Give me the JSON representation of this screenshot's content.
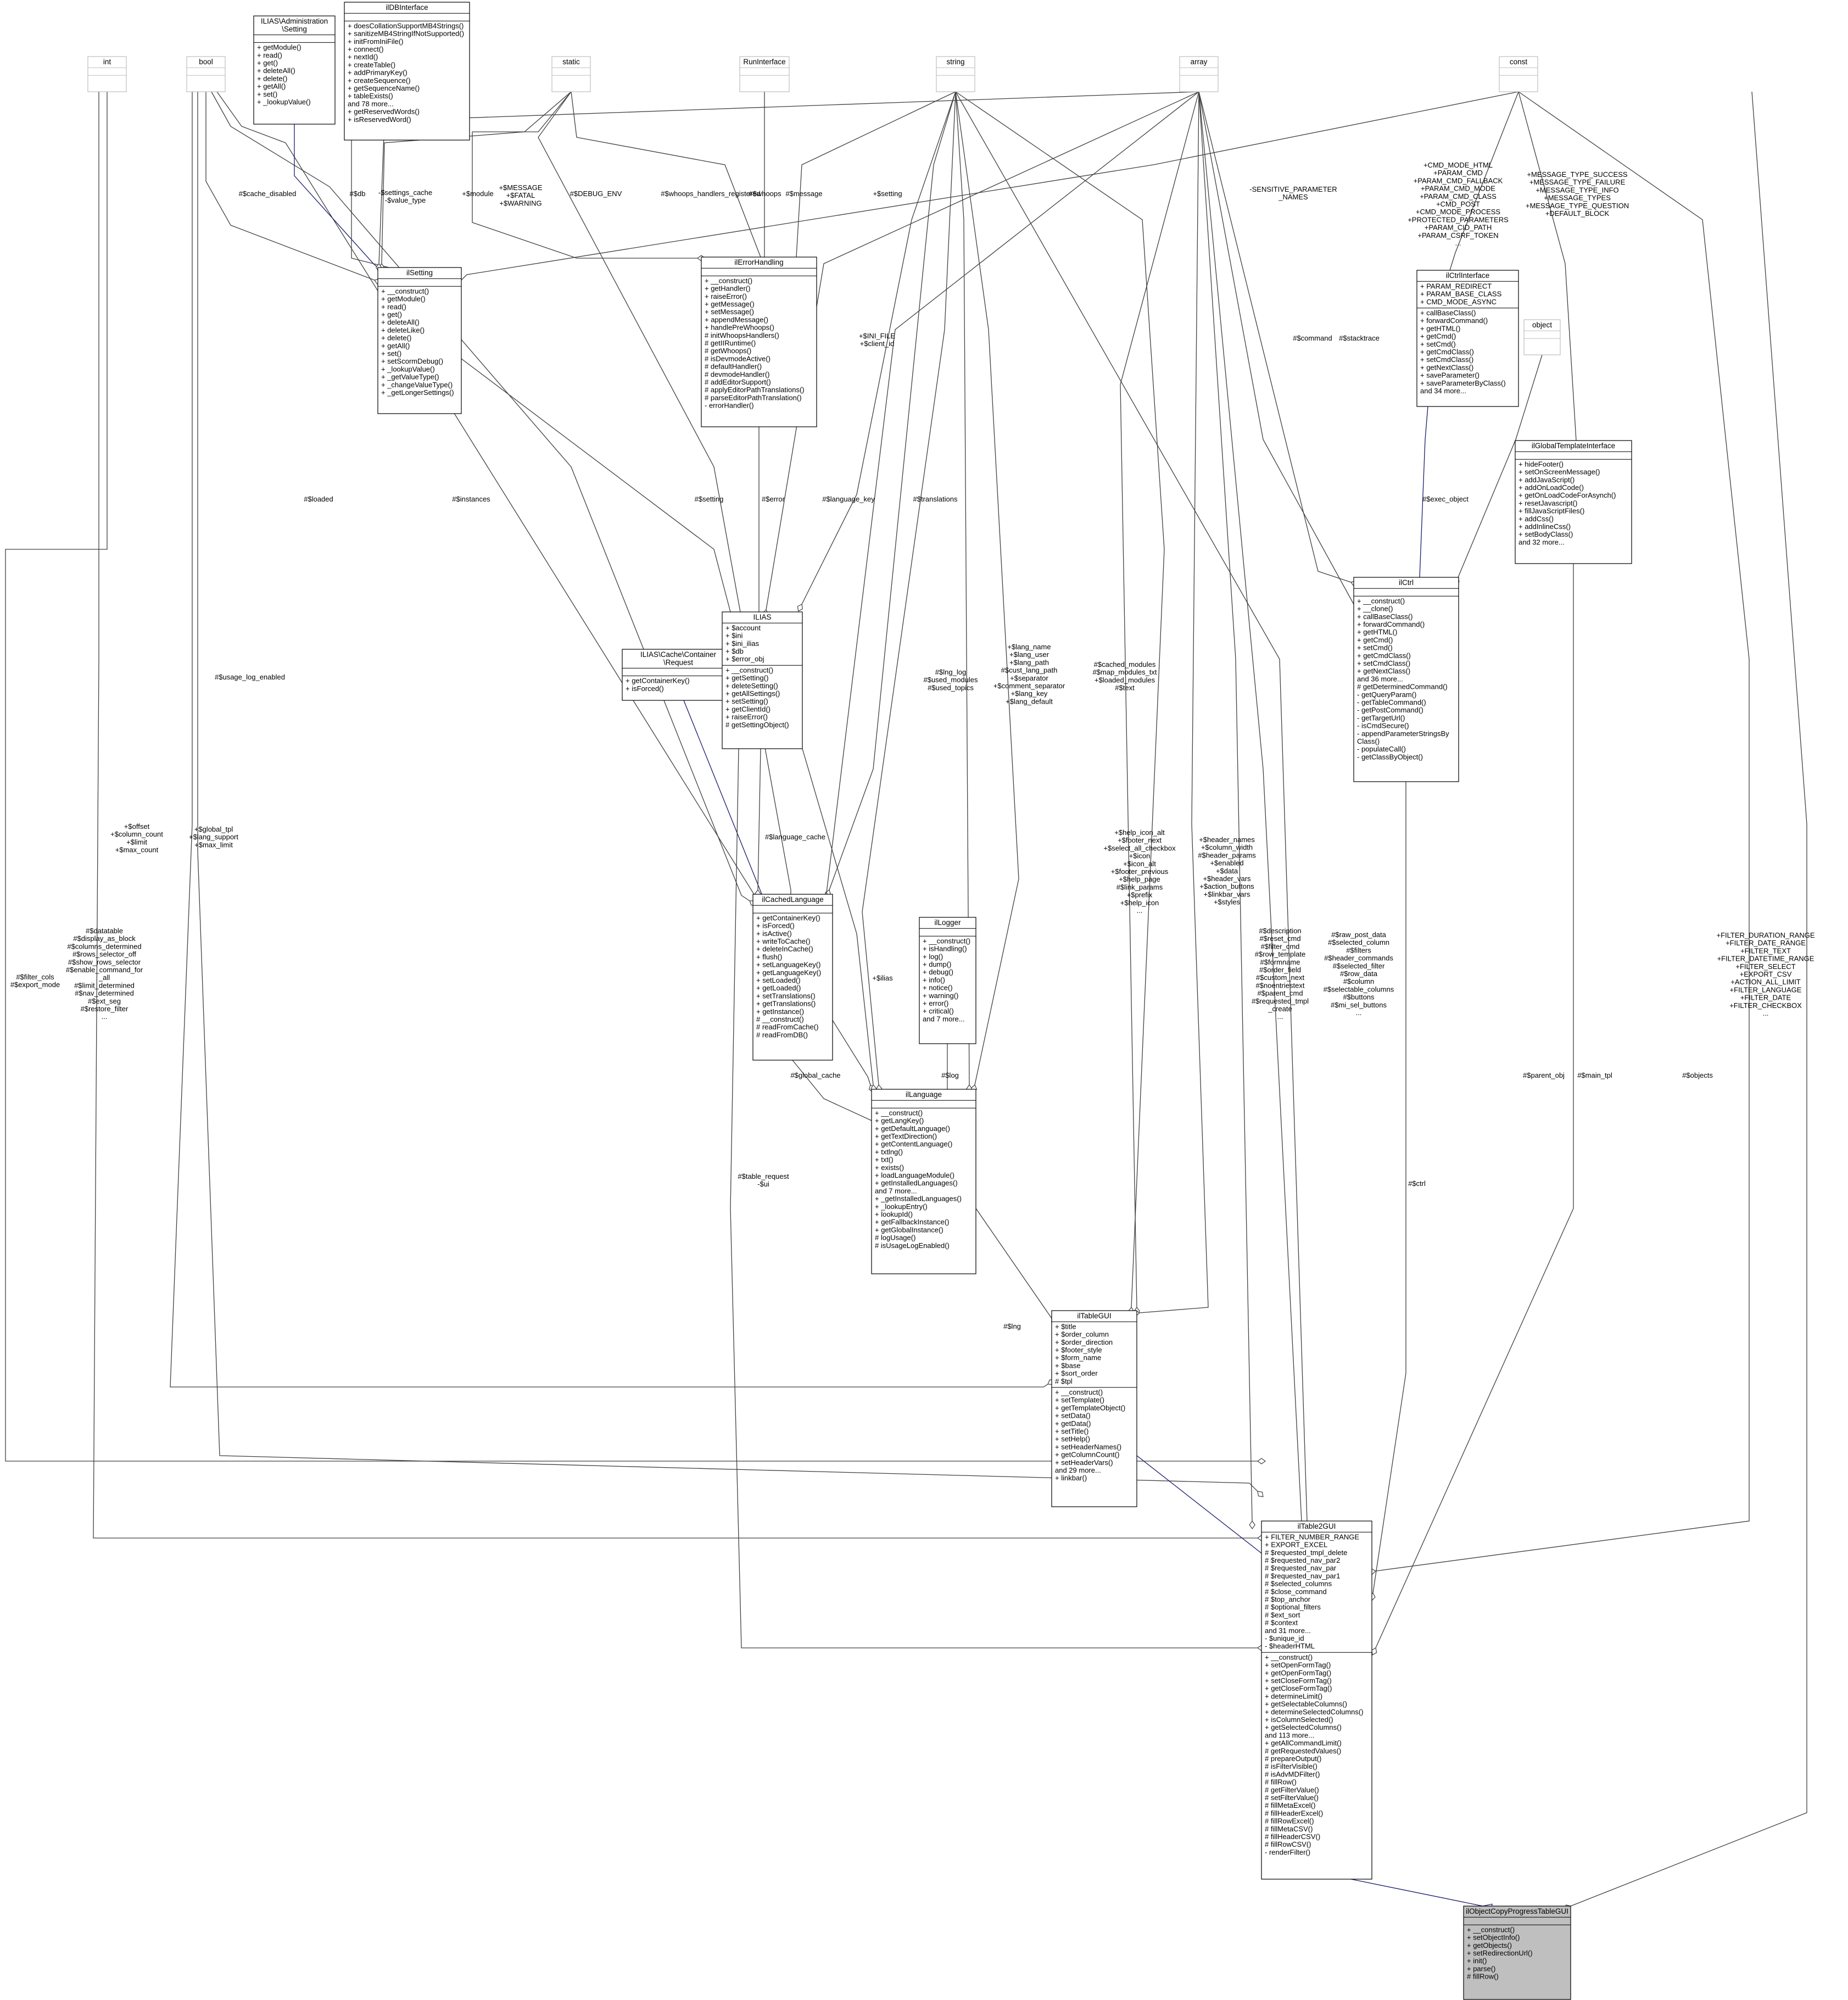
{
  "classes": [
    {
      "id": "int",
      "name": "int",
      "primitive": true,
      "attrs": [],
      "methods": []
    },
    {
      "id": "bool",
      "name": "bool",
      "primitive": true,
      "attrs": [],
      "methods": []
    },
    {
      "id": "setting_admin",
      "name": "ILIAS\\Administration\\Setting",
      "lines": 2,
      "attrs": [],
      "methods": [
        "+ getModule()",
        "+ read()",
        "+ get()",
        "+ deleteAll()",
        "+ delete()",
        "+ getAll()",
        "+ set()",
        "+ _lookupValue()"
      ]
    },
    {
      "id": "dbinterface",
      "name": "ilDBInterface",
      "attrs": [],
      "methods": [
        "+ doesCollationSupportMB4Strings()",
        "+ sanitizeMB4StringIfNotSupported()",
        "+ initFromIniFile()",
        "+ connect()",
        "+ nextId()",
        "+ createTable()",
        "+ addPrimaryKey()",
        "+ createSequence()",
        "+ getSequenceName()",
        "+ tableExists()",
        "and 78 more...",
        "+ getReservedWords()",
        "+ isReservedWord()"
      ]
    },
    {
      "id": "static",
      "name": "static",
      "primitive": true,
      "attrs": [],
      "methods": []
    },
    {
      "id": "runinterface",
      "name": "RunInterface",
      "primitive": true,
      "attrs": [],
      "methods": []
    },
    {
      "id": "string",
      "name": "string",
      "primitive": true,
      "attrs": [],
      "methods": []
    },
    {
      "id": "array",
      "name": "array",
      "primitive": true,
      "attrs": [],
      "methods": []
    },
    {
      "id": "const",
      "name": "const",
      "primitive": true,
      "attrs": [],
      "methods": []
    },
    {
      "id": "ilsetting",
      "name": "ilSetting",
      "attrs": [],
      "methods": [
        "+ __construct()",
        "+ getModule()",
        "+ read()",
        "+ get()",
        "+ deleteAll()",
        "+ deleteLike()",
        "+ delete()",
        "+ getAll()",
        "+ set()",
        "+ setScormDebug()",
        "+ _lookupValue()",
        "+ _getValueType()",
        "+ _changeValueType()",
        "+ _getLongerSettings()"
      ]
    },
    {
      "id": "ilerrorhandling",
      "name": "ilErrorHandling",
      "attrs": [],
      "methods": [
        "+ __construct()",
        "+ getHandler()",
        "+ raiseError()",
        "+ getMessage()",
        "+ setMessage()",
        "+ appendMessage()",
        "+ handlePreWhoops()",
        "# initWhoopsHandlers()",
        "# getIIRuntime()",
        "# getWhoops()",
        "# isDevmodeActive()",
        "# defaultHandler()",
        "# devmodeHandler()",
        "# addEditorSupport()",
        "# applyEditorPathTranslations()",
        "# parseEditorPathTranslation()",
        "- errorHandler()"
      ]
    },
    {
      "id": "ilctrlinterface",
      "name": "ilCtrlInterface",
      "attrs": [
        "+ PARAM_REDIRECT",
        "+ PARAM_BASE_CLASS",
        "+ CMD_MODE_ASYNC"
      ],
      "methods": [
        "+ callBaseClass()",
        "+ forwardCommand()",
        "+ getHTML()",
        "+ getCmd()",
        "+ setCmd()",
        "+ getCmdClass()",
        "+ setCmdClass()",
        "+ getNextClass()",
        "+ saveParameter()",
        "+ saveParameterByClass()",
        "and 34 more..."
      ]
    },
    {
      "id": "object",
      "name": "object",
      "primitive": true,
      "attrs": [],
      "methods": []
    },
    {
      "id": "ilglobaltemplateinterface",
      "name": "ilGlobalTemplateInterface",
      "attrs": [],
      "methods": [
        "+ hideFooter()",
        "+ setOnScreenMessage()",
        "+ addJavaScript()",
        "+ addOnLoadCode()",
        "+ getOnLoadCodeForAsynch()",
        "+ resetJavascript()",
        "+ fillJavaScriptFiles()",
        "+ addCss()",
        "+ addInlineCss()",
        "+ setBodyClass()",
        "and 32 more..."
      ]
    },
    {
      "id": "request",
      "name": "ILIAS\\Cache\\Container\\Request",
      "lines": 2,
      "attrs": [],
      "methods": [
        "+ getContainerKey()",
        "+ isForced()"
      ]
    },
    {
      "id": "ilias",
      "name": "ILIAS",
      "attrs": [
        "+ $account",
        "+ $ini",
        "+ $ini_ilias",
        "+ $db",
        "+ $error_obj"
      ],
      "methods": [
        "+ __construct()",
        "+ getSetting()",
        "+ deleteSetting()",
        "+ getAllSettings()",
        "+ setSetting()",
        "+ getClientId()",
        "+ raiseError()",
        "# getSettingObject()"
      ]
    },
    {
      "id": "ilctrl",
      "name": "ilCtrl",
      "attrs": [],
      "methods": [
        "+ __construct()",
        "+ __clone()",
        "+ callBaseClass()",
        "+ forwardCommand()",
        "+ getHTML()",
        "+ getCmd()",
        "+ setCmd()",
        "+ getCmdClass()",
        "+ setCmdClass()",
        "+ getNextClass()",
        "and 36 more...",
        "# getDeterminedCommand()",
        "- getQueryParam()",
        "- getTableCommand()",
        "- getPostCommand()",
        "- getTargetUrl()",
        "- isCmdSecure()",
        "- appendParameterStringsBy",
        "Class()",
        "- populateCall()",
        "- getClassByObject()"
      ]
    },
    {
      "id": "ilcachedlanguage",
      "name": "ilCachedLanguage",
      "attrs": [],
      "methods": [
        "+ getContainerKey()",
        "+ isForced()",
        "+ isActive()",
        "+ writeToCache()",
        "+ deleteInCache()",
        "+ flush()",
        "+ setLanguageKey()",
        "+ getLanguageKey()",
        "+ setLoaded()",
        "+ getLoaded()",
        "+ setTranslations()",
        "+ getTranslations()",
        "+ getInstance()",
        "# __construct()",
        "# readFromCache()",
        "# readFromDB()"
      ]
    },
    {
      "id": "illogger",
      "name": "ilLogger",
      "attrs": [],
      "methods": [
        "+ __construct()",
        "+ isHandling()",
        "+ log()",
        "+ dump()",
        "+ debug()",
        "+ info()",
        "+ notice()",
        "+ warning()",
        "+ error()",
        "+ critical()",
        "and 7 more..."
      ]
    },
    {
      "id": "illanguage",
      "name": "ilLanguage",
      "attrs": [],
      "methods": [
        "+ __construct()",
        "+ getLangKey()",
        "+ getDefaultLanguage()",
        "+ getTextDirection()",
        "+ getContentLanguage()",
        "+ txtlng()",
        "+ txt()",
        "+ exists()",
        "+ loadLanguageModule()",
        "+ getInstalledLanguages()",
        "and 7 more...",
        "+ _getInstalledLanguages()",
        "+ _lookupEntry()",
        "+ lookupId()",
        "+ getFallbackInstance()",
        "+ getGlobalInstance()",
        "# logUsage()",
        "# isUsageLogEnabled()"
      ]
    },
    {
      "id": "iltablegui",
      "name": "ilTableGUI",
      "attrs": [
        "+ $title",
        "+ $order_column",
        "+ $order_direction",
        "+ $footer_style",
        "+ $form_name",
        "+ $base",
        "+ $sort_order",
        "# $tpl"
      ],
      "methods": [
        "+ __construct()",
        "+ setTemplate()",
        "+ getTemplateObject()",
        "+ setData()",
        "+ getData()",
        "+ setTitle()",
        "+ setHelp()",
        "+ setHeaderNames()",
        "+ getColumnCount()",
        "+ setHeaderVars()",
        "and 29 more...",
        "+ linkbar()"
      ]
    },
    {
      "id": "iltable2gui",
      "name": "ilTable2GUI",
      "attrs": [
        "+ FILTER_NUMBER_RANGE",
        "+ EXPORT_EXCEL",
        "# $requested_tmpl_delete",
        "# $requested_nav_par2",
        "# $requested_nav_par",
        "# $requested_nav_par1",
        "# $selected_columns",
        "# $close_command",
        "# $top_anchor",
        "# $optional_filters",
        "# $ext_sort",
        "# $context",
        "and 31 more...",
        "- $unique_id",
        "- $headerHTML"
      ],
      "methods": [
        "+ __construct()",
        "+ setOpenFormTag()",
        "+ getOpenFormTag()",
        "+ setCloseFormTag()",
        "+ getCloseFormTag()",
        "+ determineLimit()",
        "+ getSelectableColumns()",
        "+ determineSelectedColumns()",
        "+ isColumnSelected()",
        "+ getSelectedColumns()",
        "and 113 more...",
        "+ getAllCommandLimit()",
        "# getRequestedValues()",
        "# prepareOutput()",
        "# isFilterVisible()",
        "# isAdvMDFilter()",
        "# fillRow()",
        "# getFilterValue()",
        "# setFilterValue()",
        "# fillMetaExcel()",
        "# fillHeaderExcel()",
        "# fillRowExcel()",
        "# fillMetaCSV()",
        "# fillHeaderCSV()",
        "# fillRowCSV()",
        "- renderFilter()"
      ]
    },
    {
      "id": "ilobjectcopyprogresstablegui",
      "name": "ilObjectCopyProgressTableGUI",
      "highlight": true,
      "attrs": [],
      "methods": [
        "+ __construct()",
        "+ setObjectInfo()",
        "+ getObjects()",
        "+ setRedirectionUrl()",
        "+ init()",
        "+ parse()",
        "# fillRow()"
      ]
    }
  ],
  "edge_labels": [
    {
      "id": "e1",
      "lines": [
        "#$cache_disabled"
      ]
    },
    {
      "id": "e2",
      "lines": [
        "#$db"
      ]
    },
    {
      "id": "e3",
      "lines": [
        "-$settings_cache",
        "-$value_type"
      ]
    },
    {
      "id": "e4",
      "lines": [
        "+$module"
      ]
    },
    {
      "id": "e5",
      "lines": [
        "+$MESSAGE",
        "+$FATAL",
        "+$WARNING"
      ]
    },
    {
      "id": "e6",
      "lines": [
        "#$DEBUG_ENV"
      ]
    },
    {
      "id": "e7",
      "lines": [
        "#$whoops_handlers_registered"
      ]
    },
    {
      "id": "e8",
      "lines": [
        "#$whoops"
      ]
    },
    {
      "id": "e9",
      "lines": [
        "#$message"
      ]
    },
    {
      "id": "e10",
      "lines": [
        "+$setting"
      ]
    },
    {
      "id": "e11",
      "lines": [
        "-SENSITIVE_PARAMETER",
        "_NAMES"
      ]
    },
    {
      "id": "e12",
      "lines": [
        "+CMD_MODE_HTML",
        "+PARAM_CMD",
        "+PARAM_CMD_FALLBACK",
        "+PARAM_CMD_MODE",
        "+PARAM_CMD_CLASS",
        "+CMD_POST",
        "+CMD_MODE_PROCESS",
        "+PROTECTED_PARAMETERS",
        "+PARAM_CID_PATH",
        "+PARAM_CSRF_TOKEN",
        "..."
      ]
    },
    {
      "id": "e13",
      "lines": [
        "+MESSAGE_TYPE_SUCCESS",
        "+MESSAGE_TYPE_FAILURE",
        "+MESSAGE_TYPE_INFO",
        "+MESSAGE_TYPES",
        "+MESSAGE_TYPE_QUESTION",
        "+DEFAULT_BLOCK"
      ]
    },
    {
      "id": "e14",
      "lines": [
        "+$INI_FILE",
        "+$client_id"
      ]
    },
    {
      "id": "e15",
      "lines": [
        "#$command"
      ]
    },
    {
      "id": "e16",
      "lines": [
        "#$stacktrace"
      ]
    },
    {
      "id": "e17",
      "lines": [
        "#$loaded"
      ]
    },
    {
      "id": "e18",
      "lines": [
        "#$instances"
      ]
    },
    {
      "id": "e19",
      "lines": [
        "#$setting"
      ]
    },
    {
      "id": "e20",
      "lines": [
        "#$error"
      ]
    },
    {
      "id": "e21",
      "lines": [
        "#$language_key"
      ]
    },
    {
      "id": "e22",
      "lines": [
        "#$translations"
      ]
    },
    {
      "id": "e23",
      "lines": [
        "#$exec_object"
      ]
    },
    {
      "id": "e24",
      "lines": [
        "#$usage_log_enabled"
      ]
    },
    {
      "id": "e25",
      "lines": [
        "+$lang_name",
        "+$lang_user",
        "+$lang_path",
        "#$cust_lang_path",
        "+$separator",
        "+$comment_separator",
        "+$lang_key",
        "+$lang_default"
      ]
    },
    {
      "id": "e26",
      "lines": [
        "#$lng_log",
        "#$used_modules",
        "#$used_topics"
      ]
    },
    {
      "id": "e27",
      "lines": [
        "#$cached_modules",
        "#$map_modules_txt",
        "+$loaded_modules",
        "#$text"
      ]
    },
    {
      "id": "e28",
      "lines": [
        "+$offset",
        "+$column_count",
        "+$limit",
        "+$max_count"
      ]
    },
    {
      "id": "e29",
      "lines": [
        "+$global_tpl",
        "+$lang_support",
        "+$max_limit"
      ]
    },
    {
      "id": "e30",
      "lines": [
        "#$language_cache"
      ]
    },
    {
      "id": "e31",
      "lines": [
        "+$help_icon_alt",
        "+$footer_next",
        "+$select_all_checkbox",
        "+$icon",
        "+$icon_alt",
        "+$footer_previous",
        "+$help_page",
        "#$link_params",
        "+$prefix",
        "+$help_icon",
        "..."
      ]
    },
    {
      "id": "e32",
      "lines": [
        "+$header_names",
        "+$column_width",
        "#$header_params",
        "+$enabled",
        "+$data",
        "+$header_vars",
        "+$action_buttons",
        "+$linkbar_vars",
        "+$styles"
      ]
    },
    {
      "id": "e33",
      "lines": [
        "#$filter_cols",
        "#$export_mode"
      ]
    },
    {
      "id": "e34",
      "lines": [
        "#$datatable",
        "#$display_as_block",
        "#$columns_determined",
        "#$rows_selector_off",
        "#$show_rows_selector",
        "#$enable_command_for",
        "_all",
        "#$limit_determined",
        "#$nav_determined",
        "#$ext_seg",
        "#$restore_filter",
        "..."
      ]
    },
    {
      "id": "e35",
      "lines": [
        "+$ilias"
      ]
    },
    {
      "id": "e36",
      "lines": [
        "#$description",
        "#$reset_cmd",
        "#$filter_cmd",
        "#$row_template",
        "#$formname",
        "#$order_field",
        "#$custom_next",
        "#$noentriestext",
        "#$parent_cmd",
        "#$requested_tmpl",
        "_create",
        "..."
      ]
    },
    {
      "id": "e37",
      "lines": [
        "#$raw_post_data",
        "#$selected_column",
        "#$filters",
        "#$header_commands",
        "#$selected_filter",
        "#$row_data",
        "#$column",
        "#$selectable_columns",
        "#$buttons",
        "#$mi_sel_buttons",
        "..."
      ]
    },
    {
      "id": "e38",
      "lines": [
        "+FILTER_DURATION_RANGE",
        "+FILTER_DATE_RANGE",
        "+FILTER_TEXT",
        "+FILTER_DATETIME_RANGE",
        "+FILTER_SELECT",
        "+EXPORT_CSV",
        "+ACTION_ALL_LIMIT",
        "+FILTER_LANGUAGE",
        "+FILTER_DATE",
        "+FILTER_CHECKBOX",
        "..."
      ]
    },
    {
      "id": "e39",
      "lines": [
        "#$parent_obj"
      ]
    },
    {
      "id": "e40",
      "lines": [
        "#$main_tpl"
      ]
    },
    {
      "id": "e41",
      "lines": [
        "#$objects"
      ]
    },
    {
      "id": "e42",
      "lines": [
        "#$ctrl"
      ]
    },
    {
      "id": "e43",
      "lines": [
        "#$global_cache"
      ]
    },
    {
      "id": "e44",
      "lines": [
        "#$log"
      ]
    },
    {
      "id": "e45",
      "lines": [
        "#$lng"
      ]
    },
    {
      "id": "e46",
      "lines": [
        "#$table_request",
        "-$ui"
      ]
    }
  ]
}
